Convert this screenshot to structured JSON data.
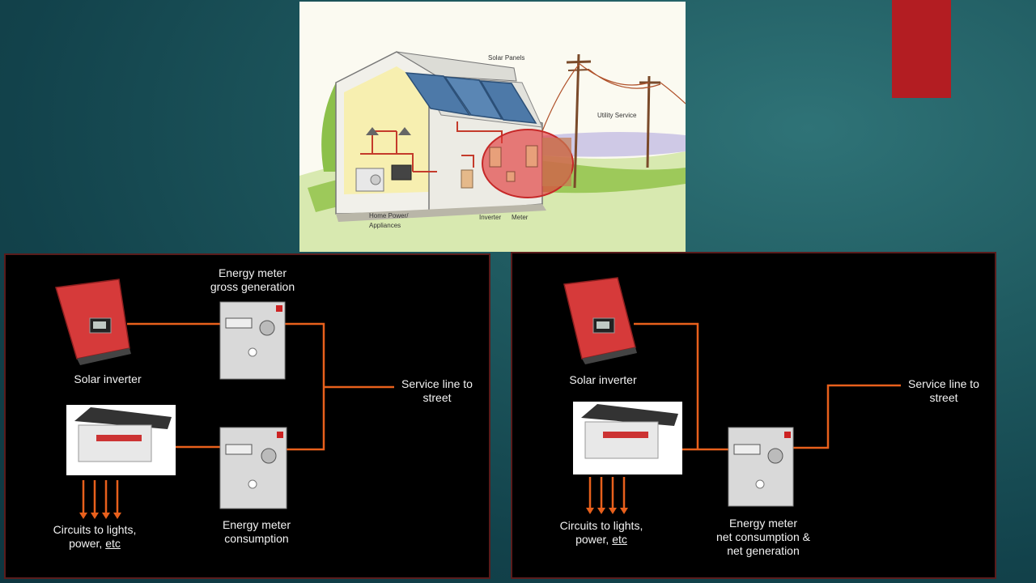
{
  "illustration": {
    "solar_panels": "Solar Panels",
    "utility_service": "Utility Service",
    "home_power": "Home Power/",
    "appliances": "Appliances",
    "inverter": "Inverter",
    "meter": "Meter"
  },
  "gross_panel": {
    "meter_gross_line1": "Energy meter",
    "meter_gross_line2": "gross generation",
    "solar_inverter": "Solar inverter",
    "service_line1": "Service line to",
    "service_line2": "street",
    "circuits_line1": "Circuits to lights,",
    "circuits_line2_a": "power, ",
    "circuits_line2_b": "etc",
    "meter_consumption_line1": "Energy meter",
    "meter_consumption_line2": "consumption"
  },
  "net_panel": {
    "solar_inverter": "Solar inverter",
    "service_line1": "Service line to",
    "service_line2": "street",
    "circuits_line1": "Circuits to lights,",
    "circuits_line2_a": "power, ",
    "circuits_line2_b": "etc",
    "meter_line1": "Energy meter",
    "meter_line2": "net consumption &",
    "meter_line3": "net generation"
  },
  "colors": {
    "wire": "#e8601c",
    "inverter_red": "#d63a3a",
    "accent": "#b31d22",
    "panel_bg": "#000000"
  }
}
